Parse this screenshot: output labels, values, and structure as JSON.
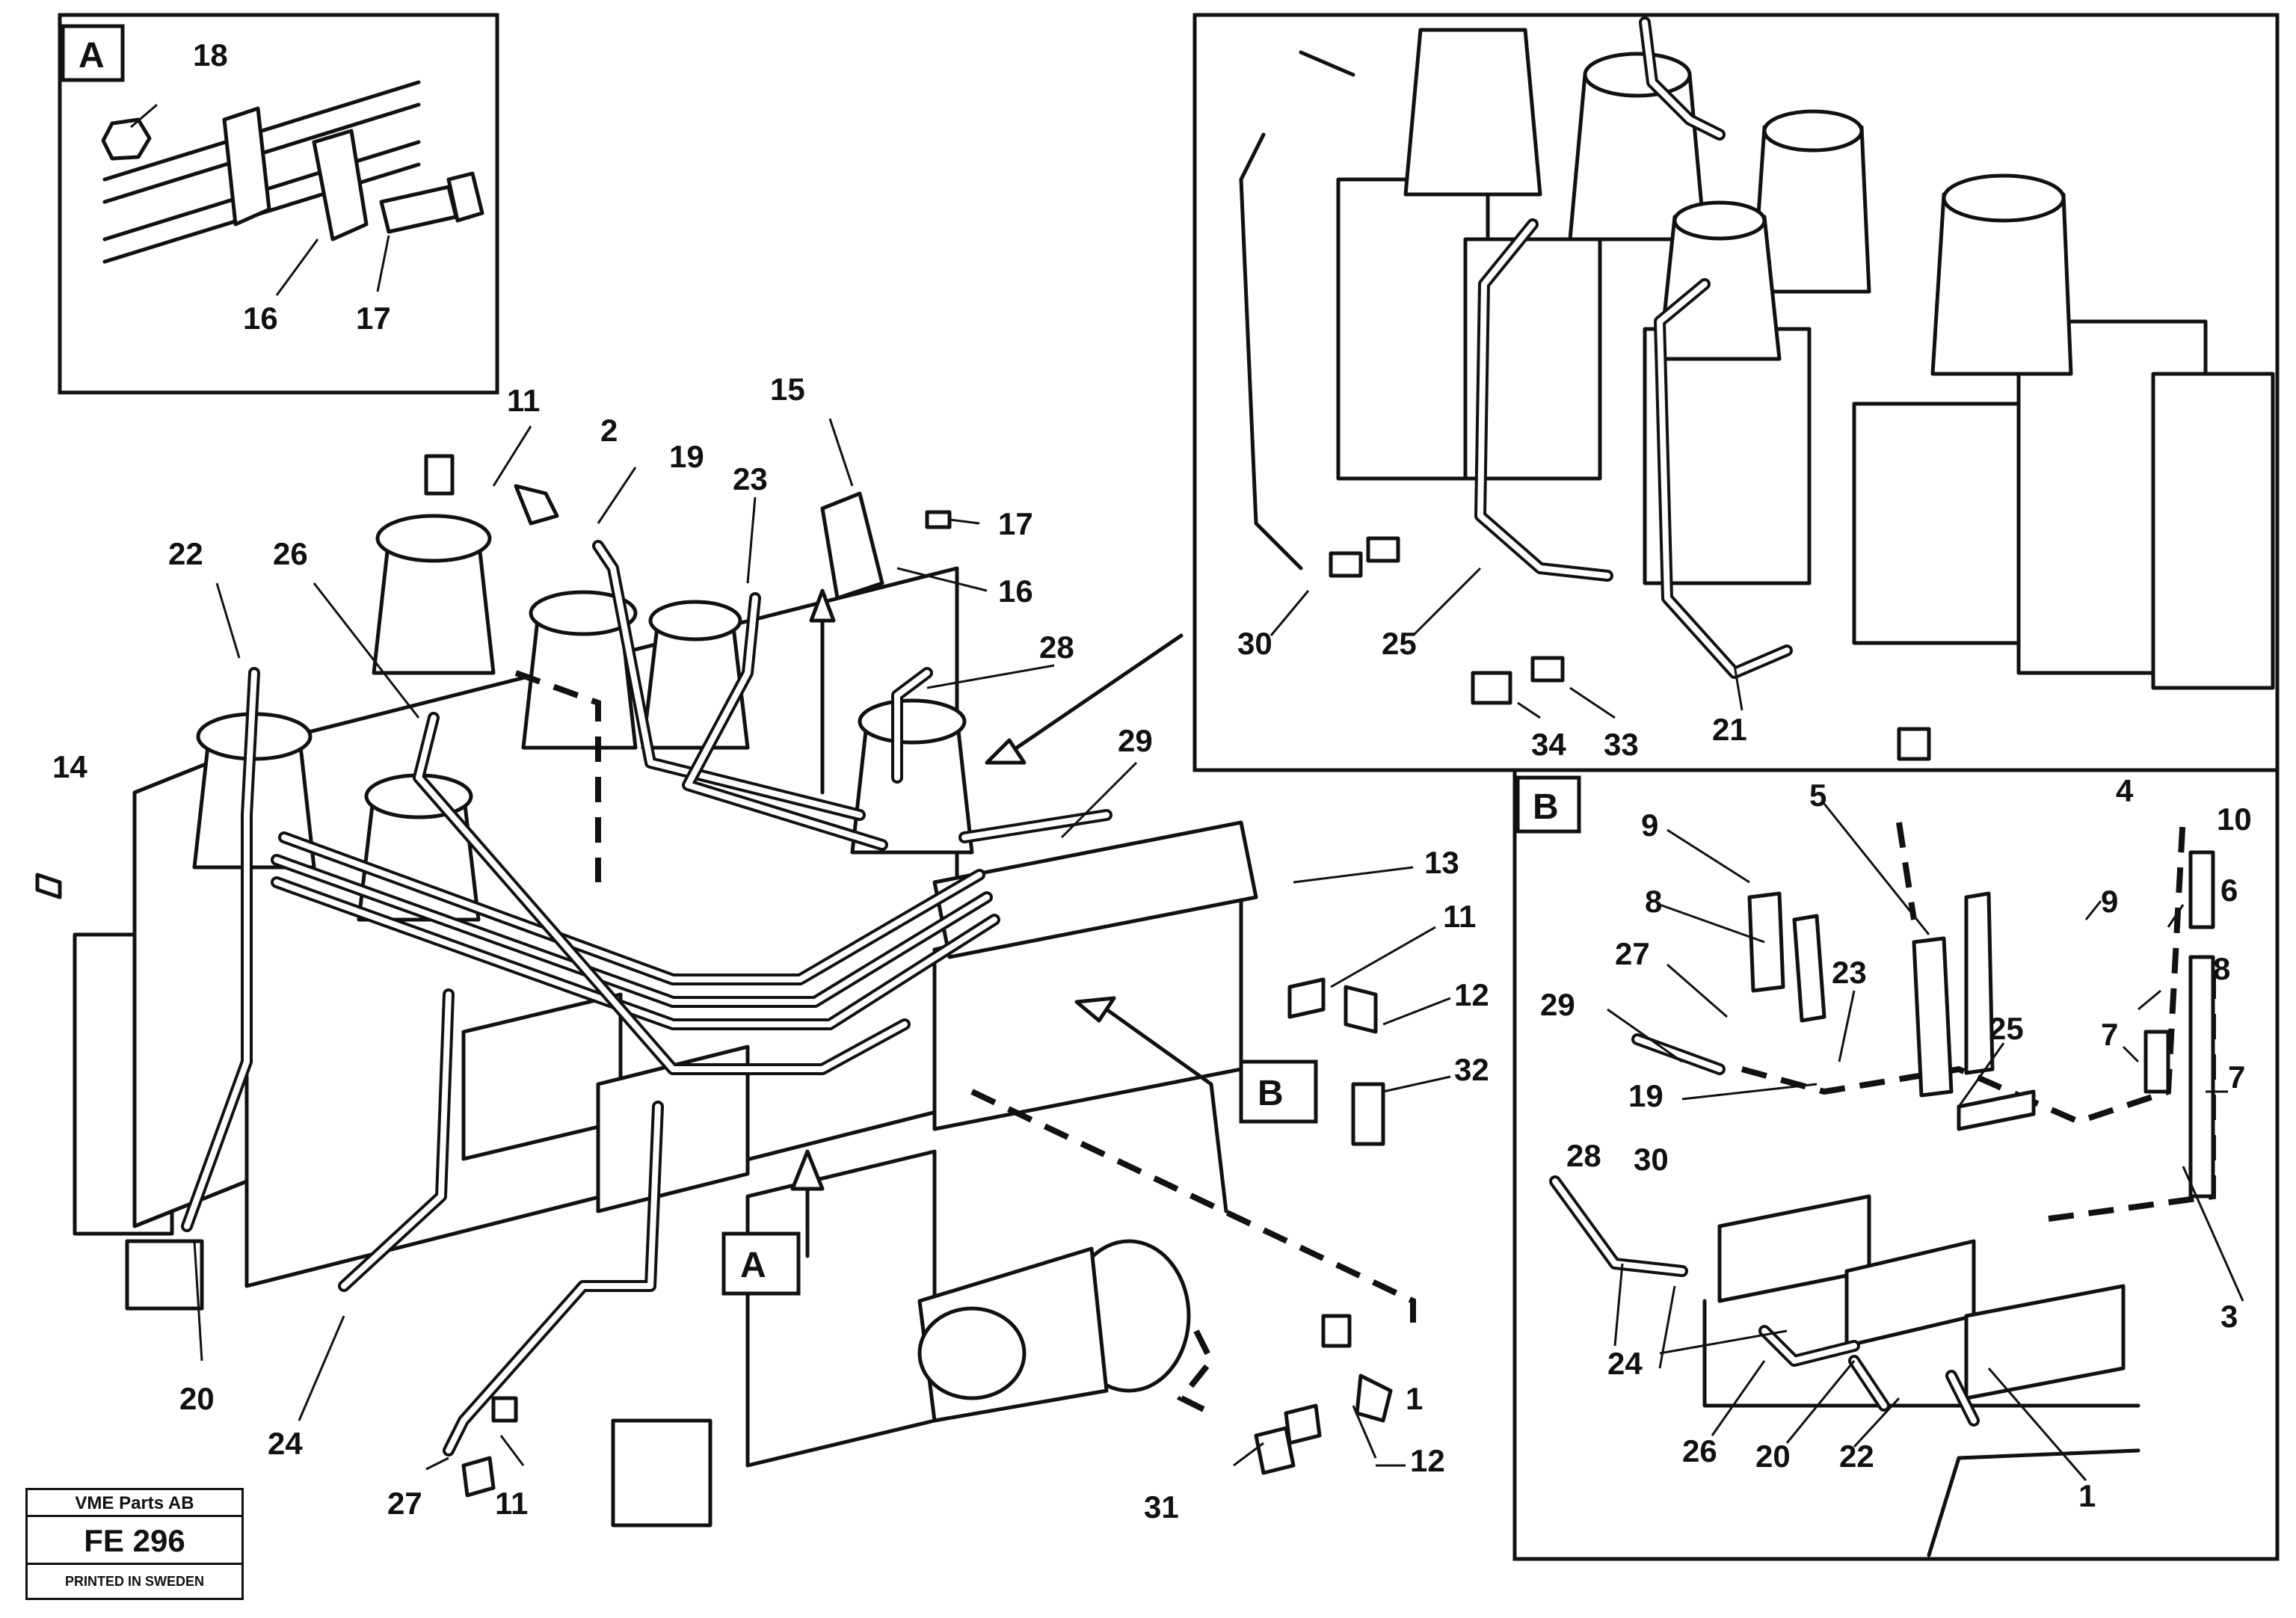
{
  "insets": {
    "a": "A",
    "b": "B"
  },
  "callouts": {
    "a": "A",
    "b": "B"
  },
  "labels": {
    "p18": "18",
    "p16a": "16",
    "p17a": "17",
    "p11a": "11",
    "p2": "2",
    "p19a": "19",
    "p23a": "23",
    "p15": "15",
    "p17b": "17",
    "p16b": "16",
    "p22a": "22",
    "p26a": "26",
    "p28a": "28",
    "p29a": "29",
    "p14": "14",
    "p13": "13",
    "p11b": "11",
    "p12a": "12",
    "p32": "32",
    "p20a": "20",
    "p24a": "24",
    "p27a": "27",
    "p11c": "11",
    "p1a": "1",
    "p31": "31",
    "p12b": "12",
    "p30a": "30",
    "p25a": "25",
    "p34": "34",
    "p33": "33",
    "p21": "21",
    "p5": "5",
    "p4": "4",
    "p10": "10",
    "p6": "6",
    "p9a": "9",
    "p8a": "8",
    "p27b": "27",
    "p29b": "29",
    "p23b": "23",
    "p25b": "25",
    "p19b": "19",
    "p9b": "9",
    "p8b": "8",
    "p7a": "7",
    "p7b": "7",
    "p28b": "28",
    "p30b": "30",
    "p3": "3",
    "p24b": "24",
    "p26b": "26",
    "p20b": "20",
    "p22b": "22",
    "p1b": "1"
  },
  "footer": {
    "company": "VME Parts AB",
    "code": "FE 296",
    "printed": "PRINTED IN SWEDEN"
  }
}
